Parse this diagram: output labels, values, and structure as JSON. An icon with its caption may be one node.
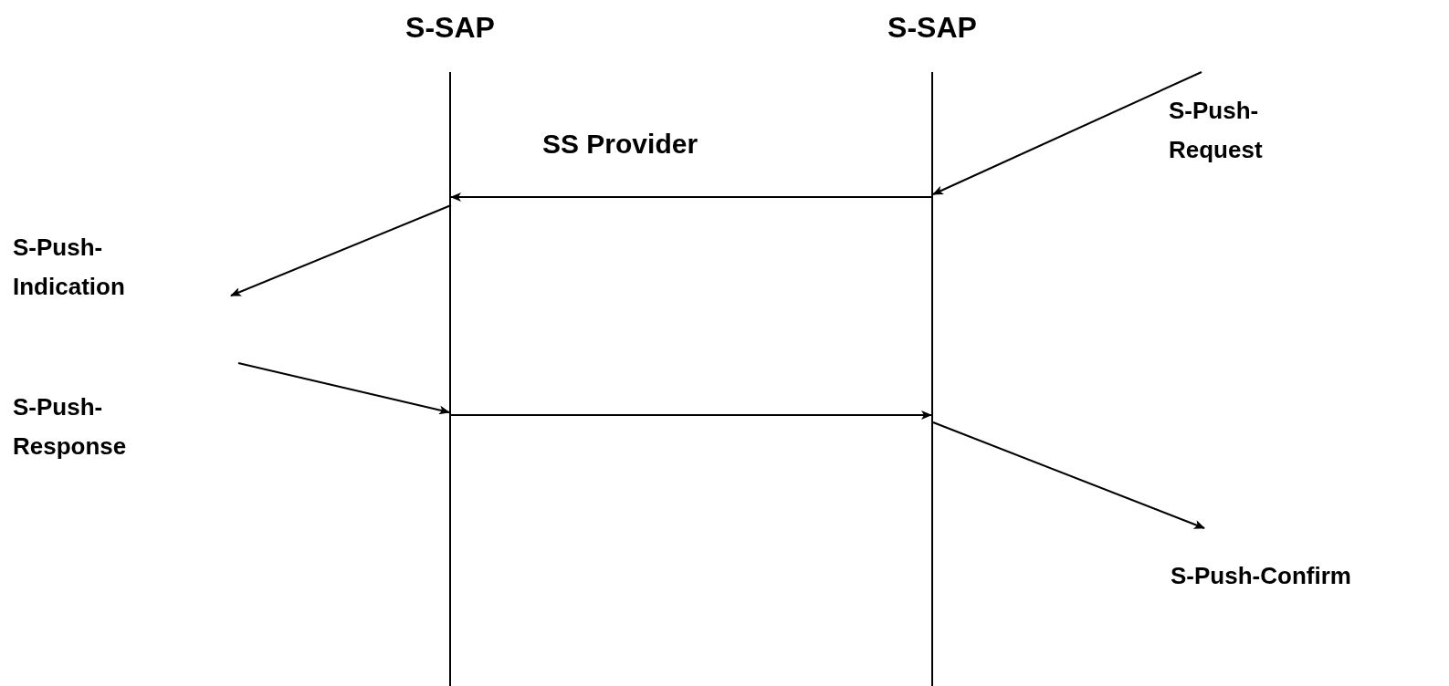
{
  "diagram": {
    "nodes": [
      {
        "text": [
          "S-SAP"
        ]
      },
      {
        "text": [
          "S-SAP"
        ]
      }
    ],
    "edges": [
      {
        "from": null,
        "to": 1,
        "arrow": "to"
      },
      {
        "from": 1,
        "to": 0,
        "arrow": "to"
      },
      {
        "from": 0,
        "to": null,
        "arrow": "to"
      },
      {
        "from": null,
        "to": 0,
        "arrow": "to"
      },
      {
        "from": 0,
        "to": 1,
        "arrow": "to"
      },
      {
        "from": 1,
        "to": null,
        "arrow": "to"
      }
    ],
    "labels": [
      "SS Provider",
      "S-Push-Request",
      "S-Push-Indication",
      "S-Push-Response",
      "S-Push-Confirm"
    ]
  }
}
